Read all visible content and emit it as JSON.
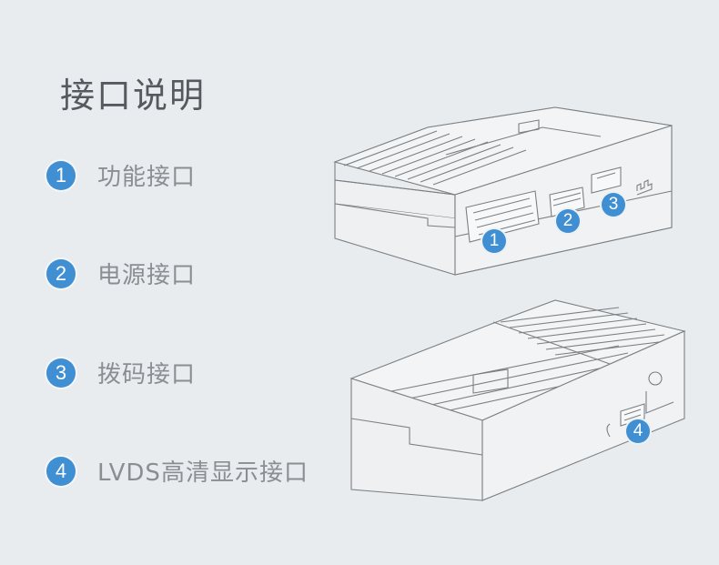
{
  "title": "接口说明",
  "legend": [
    {
      "number": "1",
      "label": "功能接口"
    },
    {
      "number": "2",
      "label": "电源接口"
    },
    {
      "number": "3",
      "label": "拨码接口"
    },
    {
      "number": "4",
      "label": "LVDS高清显示接口"
    }
  ],
  "device_front": {
    "callouts": [
      "1",
      "2",
      "3"
    ]
  },
  "device_back": {
    "callouts": [
      "4"
    ]
  },
  "colors": {
    "background": "#e9ecef",
    "badge": "#3f8fd2",
    "title_text": "#555a5e",
    "label_text": "#8a8e92",
    "line_art": "#7c8084"
  }
}
